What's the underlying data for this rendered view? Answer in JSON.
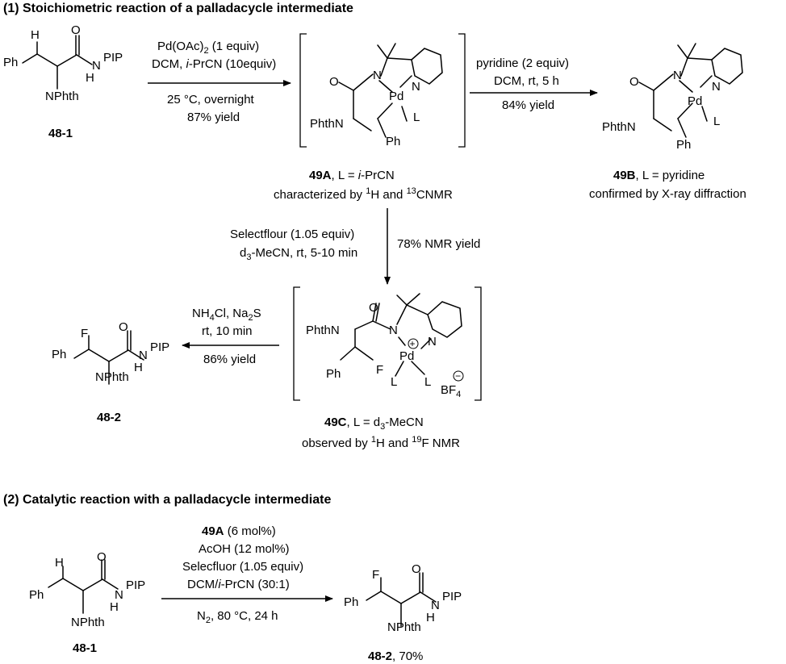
{
  "part1": {
    "title": "(1) Stoichiometric reaction of a palladacycle intermediate",
    "step1": {
      "reagent": "Pd(OAc)",
      "reagent_sub": "2",
      "reagent_tail": " (1 equiv)",
      "solvent_pre": "DCM, ",
      "solvent_it": "i",
      "solvent_post": "-PrCN (10equiv)",
      "temp": "25 °C, overnight",
      "yield": "87% yield"
    },
    "step2": {
      "reagent": "pyridine (2 equiv)",
      "conditions": "DCM, rt, 5 h",
      "yield": "84% yield"
    },
    "step3": {
      "reagent": "Selectflour (1.05 equiv)",
      "solvent_pre": "d",
      "solvent_sub": "3",
      "solvent_post": "-MeCN, rt, 5-10 min",
      "yield": "78% NMR yield"
    },
    "step4": {
      "reagent_a": "NH",
      "reagent_a_sub": "4",
      "reagent_b": "Cl, Na",
      "reagent_b_sub": "2",
      "reagent_c": "S",
      "conditions": "rt, 10 min",
      "yield": "86% yield"
    },
    "cmpd_48_1": "48-1",
    "cmpd_48_2": "48-2",
    "cmpd_49A": {
      "id": "49A",
      "ligand_pre": ", L = ",
      "ligand_it": "i",
      "ligand_post": "-PrCN",
      "note_pre": "characterized by ",
      "sup1": "1",
      "note_mid": "H and ",
      "sup2": "13",
      "note_post": "CNMR"
    },
    "cmpd_49B": {
      "id": "49B",
      "ligand": ", L = pyridine",
      "note": "confirmed by X-ray diffraction"
    },
    "cmpd_49C": {
      "id": "49C",
      "ligand_pre": ", L = d",
      "ligand_sub": "3",
      "ligand_post": "-MeCN",
      "note_pre": "observed by ",
      "sup1": "1",
      "note_mid": "H and ",
      "sup2": "19",
      "note_post": "F NMR"
    }
  },
  "part2": {
    "title": "(2) Catalytic reaction with a palladacycle intermediate",
    "cond1_bold": "49A",
    "cond1": " (6 mol%)",
    "cond2": "AcOH (12 mol%)",
    "cond3": "Selecfluor (1.05 equiv)",
    "cond4_pre": "DCM/",
    "cond4_it": "i",
    "cond4_post": "-PrCN (30:1)",
    "cond5_pre": "N",
    "cond5_sub": "2",
    "cond5_post": ", 80 °C, 24 h",
    "sm": "48-1",
    "product": "48-2",
    "product_yield": ", 70%"
  },
  "atoms": {
    "H": "H",
    "F": "F",
    "O": "O",
    "N": "N",
    "NH_H": "H",
    "Ph": "Ph",
    "PIP": "PIP",
    "NPhth": "NPhth",
    "PhthN": "PhthN",
    "Pd": "Pd",
    "L": "L",
    "plus": "+",
    "minus": "−",
    "BF": "BF",
    "BF_sub": "4"
  }
}
